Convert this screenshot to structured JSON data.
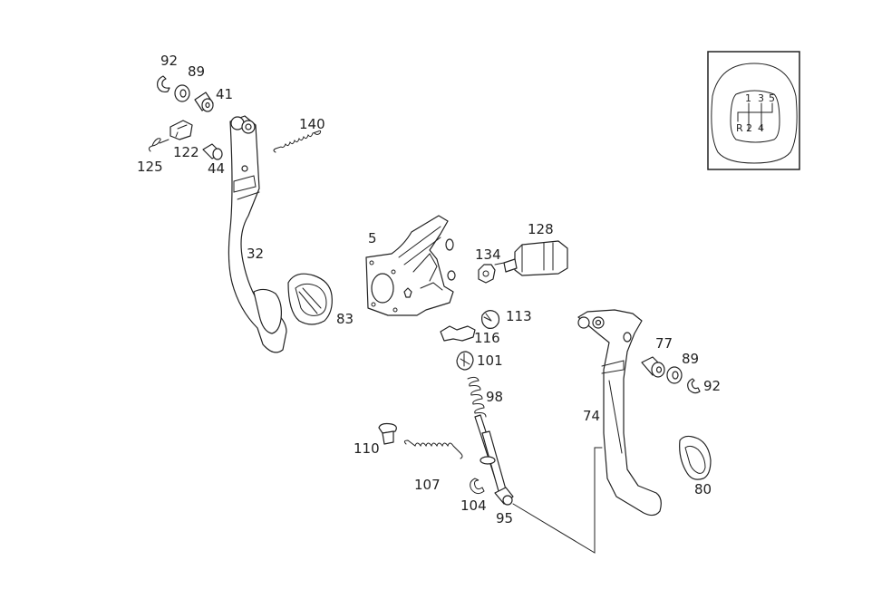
{
  "diagram": {
    "title": "Pedal assembly exploded parts diagram",
    "parts": [
      {
        "id": "92a",
        "label": "92",
        "name": "retaining clip"
      },
      {
        "id": "89a",
        "label": "89",
        "name": "washer"
      },
      {
        "id": "41",
        "label": "41",
        "name": "bushing"
      },
      {
        "id": "140",
        "label": "140",
        "name": "tension spring"
      },
      {
        "id": "122",
        "label": "122",
        "name": "pin bracket"
      },
      {
        "id": "125",
        "label": "125",
        "name": "cotter clip"
      },
      {
        "id": "44",
        "label": "44",
        "name": "bushing"
      },
      {
        "id": "32",
        "label": "32",
        "name": "clutch pedal"
      },
      {
        "id": "83",
        "label": "83",
        "name": "pedal pad"
      },
      {
        "id": "5",
        "label": "5",
        "name": "pedal bracket"
      },
      {
        "id": "134",
        "label": "134",
        "name": "nut"
      },
      {
        "id": "128",
        "label": "128",
        "name": "stop lamp switch"
      },
      {
        "id": "113",
        "label": "113",
        "name": "clip"
      },
      {
        "id": "116",
        "label": "116",
        "name": "retainer"
      },
      {
        "id": "101",
        "label": "101",
        "name": "clip"
      },
      {
        "id": "98",
        "label": "98",
        "name": "compression spring"
      },
      {
        "id": "110",
        "label": "110",
        "name": "buffer"
      },
      {
        "id": "107",
        "label": "107",
        "name": "return spring"
      },
      {
        "id": "104",
        "label": "104",
        "name": "circlip"
      },
      {
        "id": "95",
        "label": "95",
        "name": "push rod"
      },
      {
        "id": "74",
        "label": "74",
        "name": "brake pedal"
      },
      {
        "id": "77",
        "label": "77",
        "name": "bushing"
      },
      {
        "id": "89b",
        "label": "89",
        "name": "washer"
      },
      {
        "id": "92b",
        "label": "92",
        "name": "retaining clip"
      },
      {
        "id": "80",
        "label": "80",
        "name": "pedal pad"
      }
    ],
    "shift_pattern": {
      "top_row": [
        "1",
        "3",
        "5"
      ],
      "bottom_row": [
        "R",
        "2",
        "4"
      ]
    }
  }
}
